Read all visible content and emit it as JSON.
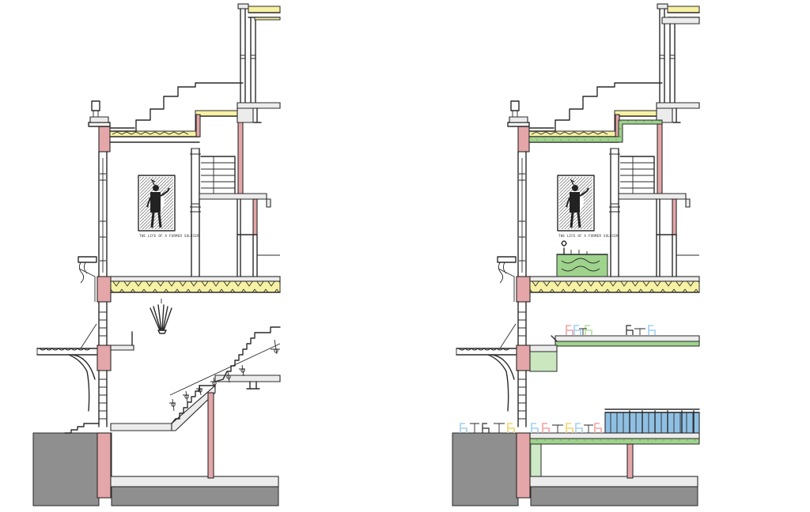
{
  "colors": {
    "ground": "#8f8f8f",
    "wall": "#e4a6a8",
    "insulation": "#f7f1a3",
    "slab": "#ececec",
    "green": "#9ed38c",
    "blue": "#8fc0e3",
    "chair_colors": [
      "#f2a3a3",
      "#9fd0f0",
      "#f5d36b",
      "#b6e0a0"
    ]
  },
  "sections": [
    {
      "name": "existing-section",
      "poster_caption": "THE LIFE OF A FORMER SOLDIER"
    },
    {
      "name": "proposed-section",
      "poster_caption": "THE LIFE OF A FORMER SOLDIER"
    }
  ]
}
